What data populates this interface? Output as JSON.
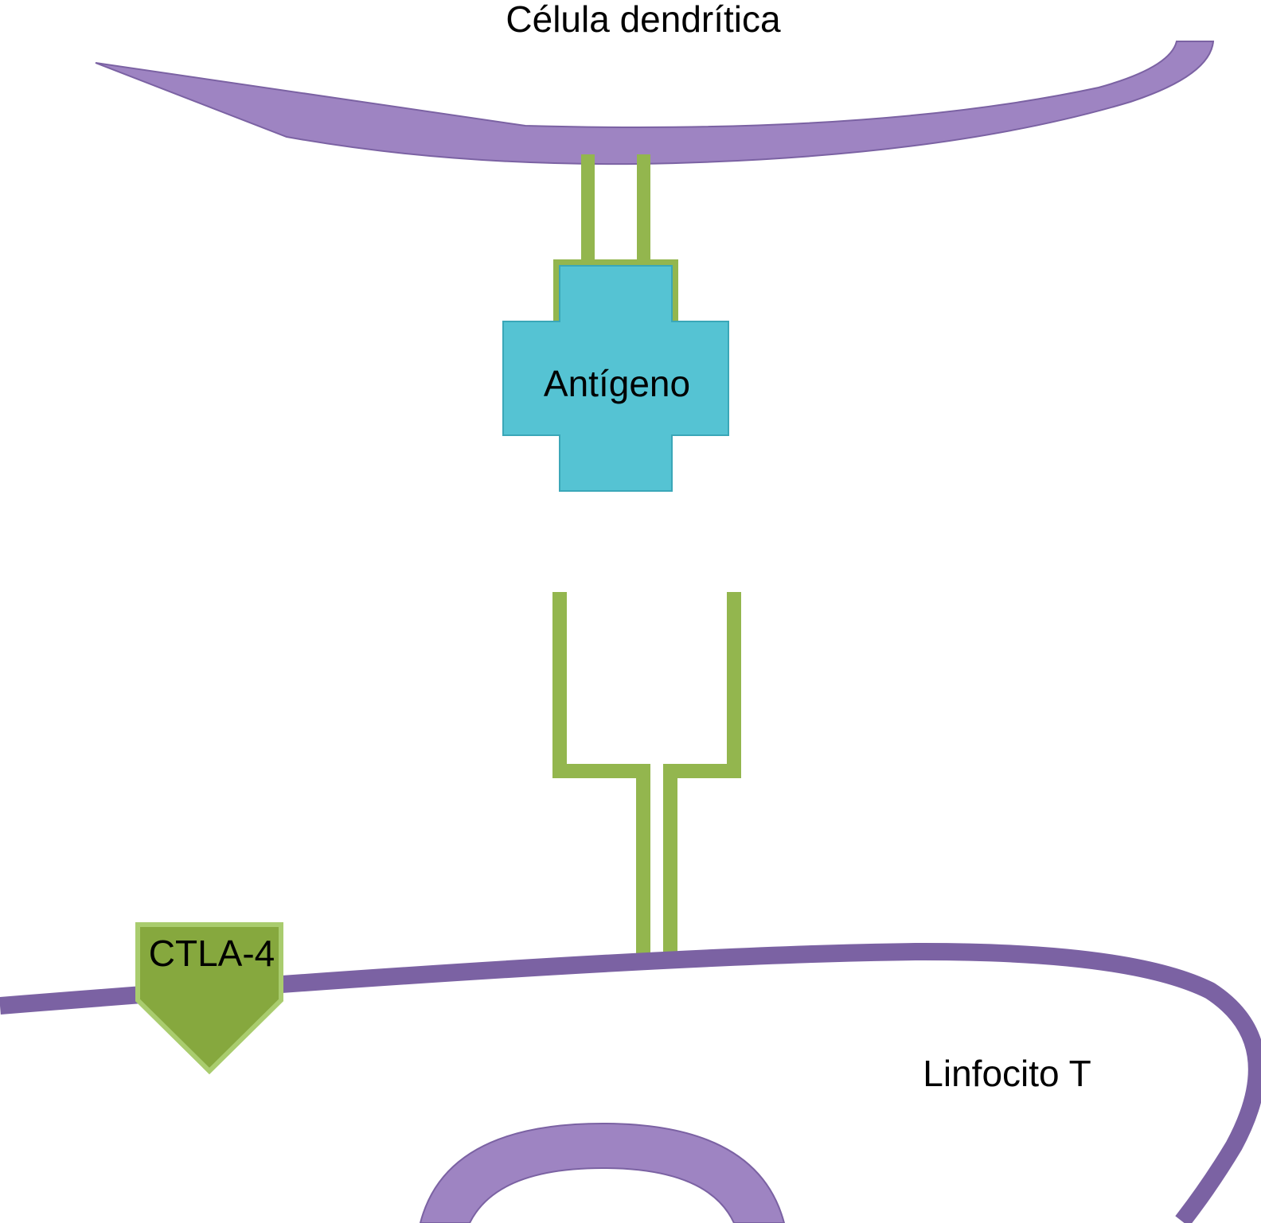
{
  "labels": {
    "dendritic_cell": "Célula dendrítica",
    "antigen": "Antígeno",
    "ctla4": "CTLA-4",
    "t_cell": "Linfocito T"
  },
  "colors": {
    "background": "#ffffff",
    "membrane_fill": "#9e84c2",
    "membrane_stroke": "#7b62a3",
    "receptor_green": "#93b64e",
    "antigen_fill": "#55c3d3",
    "antigen_stroke": "#3aa7b8",
    "ctla4_fill": "#86a83e",
    "ctla4_stroke": "#a9cc6e",
    "text": "#000000"
  },
  "icons": {
    "antigen_shape": "cross-shape",
    "ctla4_shape": "pentagon-arrow-down",
    "mhc_shape": "double-bar-receptor",
    "tcr_shape": "y-shaped-receptor"
  }
}
